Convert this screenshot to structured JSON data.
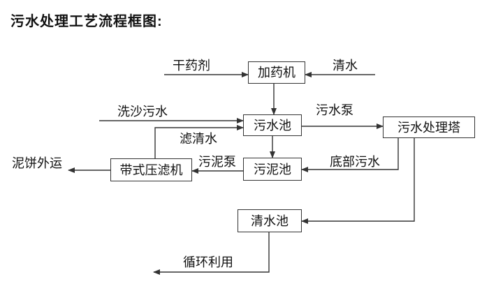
{
  "title": "污水处理工艺流程框图:",
  "nodes": {
    "dosing_machine": "加药机",
    "sewage_pool": "污水池",
    "treatment_tower": "污水处理塔",
    "sludge_pool": "污泥池",
    "belt_filter_press": "带式压滤机",
    "clean_water_pool": "清水池"
  },
  "labels": {
    "dry_chemical": "干药剂",
    "clean_water": "清水",
    "sand_washing_sewage": "洗沙污水",
    "filtered_water": "滤清水",
    "sewage_pump": "污水泵",
    "bottom_sewage": "底部污水",
    "sludge_pump": "污泥泵",
    "mud_cake_out": "泥饼外运",
    "recycle_use": "循环利用"
  },
  "colors": {
    "line": "#333333",
    "text": "#111111",
    "background": "#ffffff"
  }
}
